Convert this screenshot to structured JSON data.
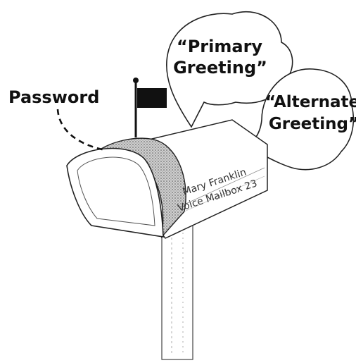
{
  "callouts": {
    "password": "Password",
    "primary_greeting_line1": "“Primary",
    "primary_greeting_line2": "Greeting”",
    "alternate_greeting_line1": "“Alternate",
    "alternate_greeting_line2": "Greeting”"
  },
  "mailbox": {
    "owner_name": "Mary Franklin",
    "box_label": "Voice Mailbox 23"
  },
  "colors": {
    "ink": "#111111",
    "shading": "#9a9a9a",
    "paper": "#ffffff"
  }
}
